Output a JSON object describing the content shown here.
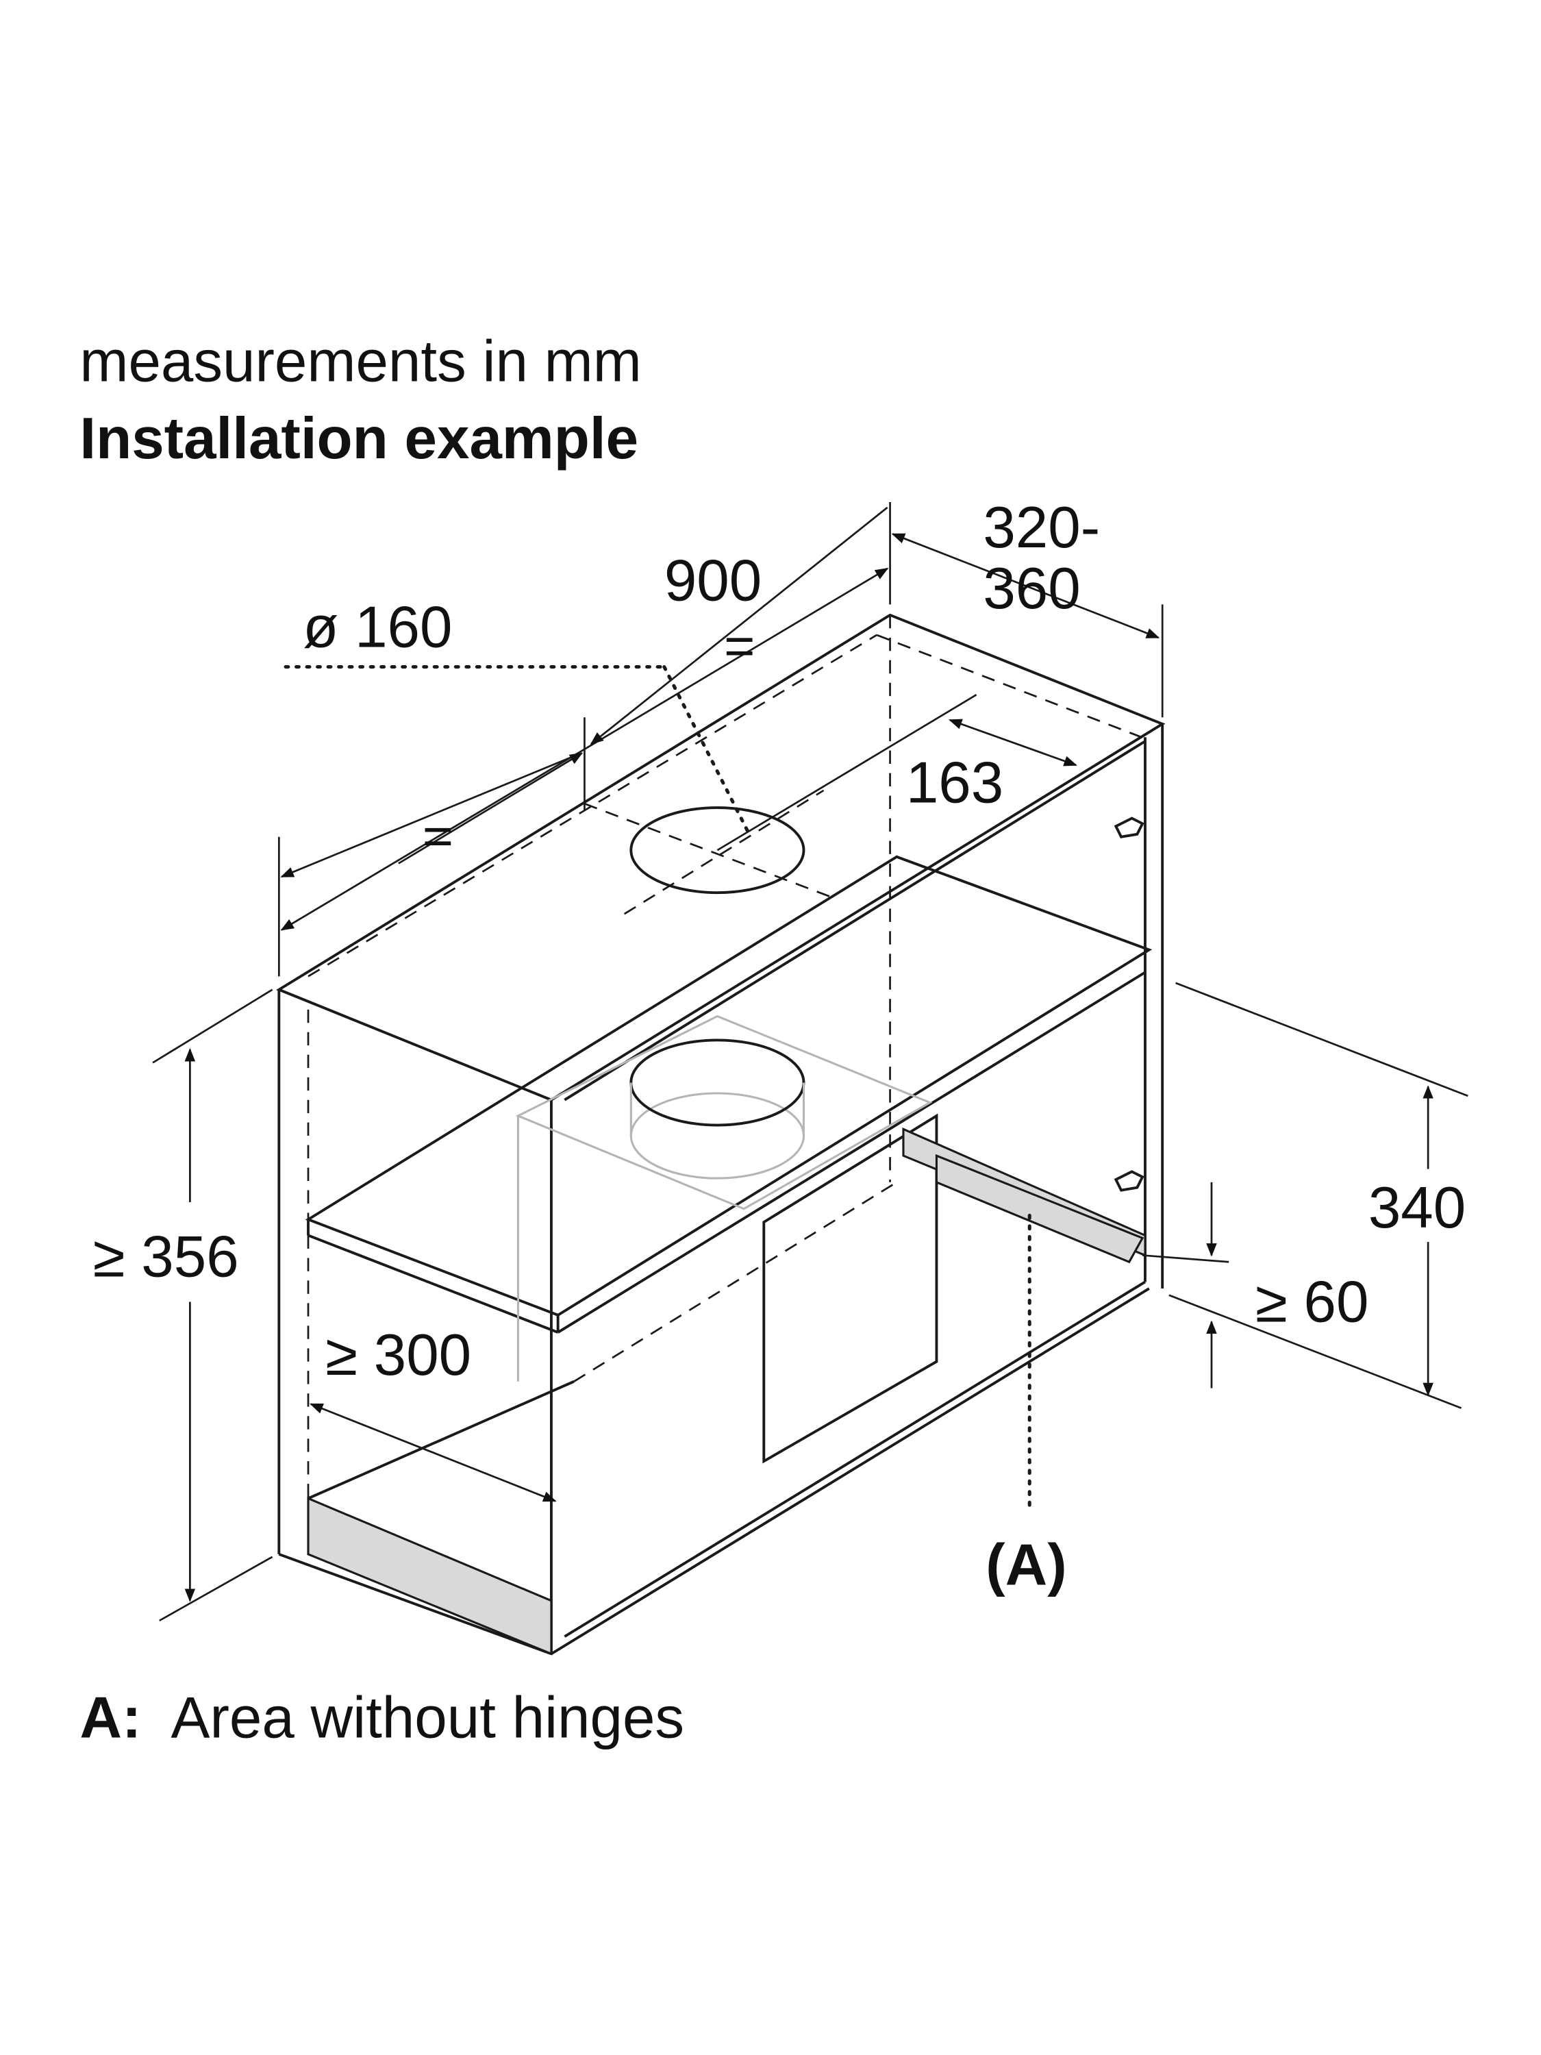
{
  "heading": {
    "units_note": "measurements in mm",
    "title": "Installation example"
  },
  "dimensions": {
    "width": "900",
    "equal_top": "=",
    "equal_left": "=",
    "duct_diameter": "ø 160",
    "depth_line1": "320-",
    "depth_line2": "360",
    "duct_offset": "163",
    "min_height": "≥ 356",
    "min_shelf_depth": "≥ 300",
    "height": "340",
    "min_gap": "≥ 60"
  },
  "callout": {
    "marker": "(A)"
  },
  "legend": {
    "key": "A:",
    "text": "Area without hinges"
  }
}
